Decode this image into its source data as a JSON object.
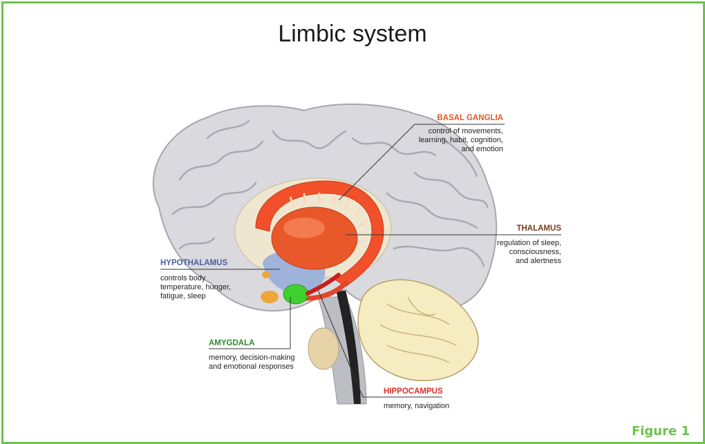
{
  "title": "Limbic system",
  "figure_label": "Figure 1",
  "labels": {
    "basal_ganglia": {
      "name": "BASAL GANGLIA",
      "desc": [
        "control of movements,",
        "learning, habit, cognition,",
        "and emotion"
      ],
      "color": "#e8541e"
    },
    "thalamus": {
      "name": "THALAMUS",
      "desc": [
        "regulation of sleep,",
        "consciousness,",
        "and alertness"
      ],
      "color": "#7a3b1c"
    },
    "hypothalamus": {
      "name": "HYPOTHALAMUS",
      "desc": [
        "controls body",
        "temperature, hunger,",
        "fatigue, sleep"
      ],
      "color": "#4b5f9e"
    },
    "amygdala": {
      "name": "AMYGDALA",
      "desc": [
        "memory, decision-making",
        "and emotional responses"
      ],
      "color": "#2e8b2e"
    },
    "hippocampus": {
      "name": "HIPPOCAMPUS",
      "desc": [
        "memory, navigation"
      ],
      "color": "#d4312a"
    }
  },
  "colors": {
    "frame": "#6cc24a",
    "brain": "#d9d9de",
    "basal": "#f2502a",
    "thalamus": "#e06a3a",
    "amygdala": "#3fcf2f",
    "cerebellum": "#f6ecc2"
  }
}
